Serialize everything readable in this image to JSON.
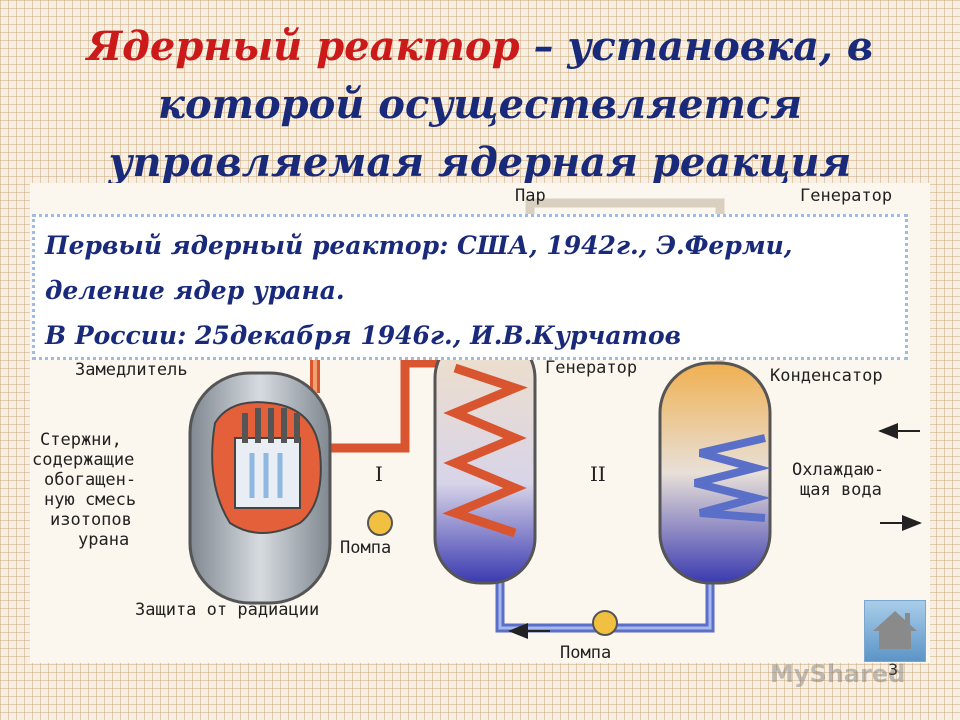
{
  "title": {
    "part1": "Ядерный реактор",
    "part2": " – установка, в которой осуществляется управляемая ядерная реакция"
  },
  "info": {
    "line1": "Первый ядерный реактор: США, 1942г., Э.Ферми,",
    "line2": "деление ядер урана.",
    "line3": "В России: 25декабря 1946г., И.В.Курчатов"
  },
  "diagram": {
    "labels": {
      "steam": "Пар",
      "generator_top": "Генератор",
      "moderator": "Замедлитель",
      "steam_generator": "Генератор",
      "condenser": "Конденсатор",
      "rods_1": "Стержни,",
      "rods_2": "содержащие",
      "rods_3": "обогащен-",
      "rods_4": "ную смесь",
      "rods_5": "изотопов",
      "rods_6": "урана",
      "circuit_1": "I",
      "circuit_2": "II",
      "cool_1": "Охлаждаю-",
      "cool_2": "щая вода",
      "pump_1": "Помпа",
      "pump_2": "Помпа",
      "shield": "Защита от радиации"
    }
  },
  "page_number": "3",
  "watermark": "MyShared",
  "colors": {
    "title_main": "#1a2a7a",
    "title_accent": "#cc1a1a",
    "hot_pipe": "#d9552f",
    "cold_pipe": "#5a6fc8",
    "vessel": "#9aa3ad"
  },
  "icons": [
    "home-icon"
  ]
}
